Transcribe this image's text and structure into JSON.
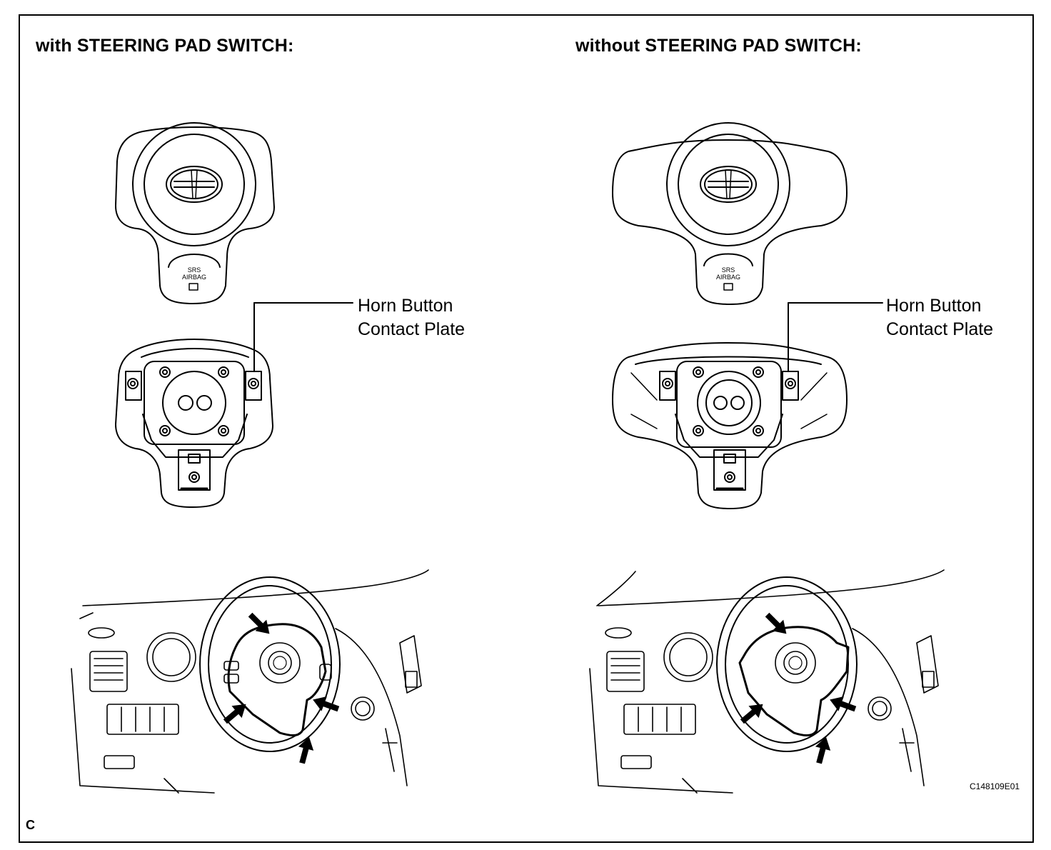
{
  "panels": [
    {
      "title": "with STEERING PAD SWITCH:",
      "callout": {
        "line1": "Horn Button",
        "line2": "Contact Plate"
      },
      "pad_variant": "with-switch-buttons"
    },
    {
      "title": "without STEERING PAD SWITCH:",
      "callout": {
        "line1": "Horn Button",
        "line2": "Contact Plate"
      },
      "pad_variant": "wide-spokes"
    }
  ],
  "pad_label": {
    "line1": "SRS",
    "line2": "AIRBAG"
  },
  "corner_code": "C",
  "figure_id": "C148109E01",
  "colors": {
    "line": "#000000",
    "background": "#ffffff"
  },
  "icons": [
    "scion-emblem-icon",
    "arrow-icon"
  ]
}
